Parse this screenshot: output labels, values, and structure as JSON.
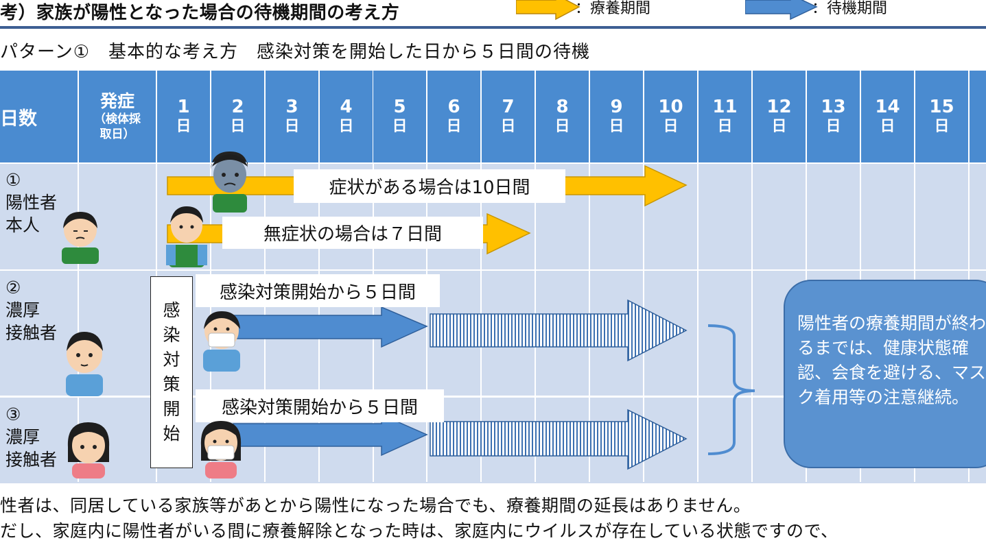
{
  "title": "考）家族が陽性となった場合の待機期間の考え方",
  "legend": {
    "yellow_label": "：療養期間",
    "blue_label": "：待機期間",
    "colors": {
      "yellow": "#ffc000",
      "blue": "#4f8cd0"
    }
  },
  "subtitle": "パターン①　基本的な考え方　感染対策を開始した日から５日間の待機",
  "table": {
    "header": {
      "days_label": "日数",
      "onset_main": "発症",
      "onset_sub1": "（検体採",
      "onset_sub2": "取日）",
      "day_suffix": "日",
      "days": [
        "1",
        "2",
        "3",
        "4",
        "5",
        "6",
        "7",
        "8",
        "9",
        "10",
        "11",
        "12",
        "13",
        "14",
        "15"
      ]
    },
    "rows": [
      {
        "label": "①\n陽性者\n本人"
      },
      {
        "label": "②\n濃厚\n接触者"
      },
      {
        "label": "③\n濃厚\n接触者"
      }
    ]
  },
  "bars": {
    "symptomatic_label": "症状がある場合は10日間",
    "symptomatic_days": 10,
    "asymptomatic_label": "無症状の場合は７日間",
    "asymptomatic_days": 7,
    "contact2_label": "感染対策開始から５日間",
    "contact3_label": "感染対策開始から５日間",
    "contact_days": 5
  },
  "start_box": [
    "感",
    "染",
    "対",
    "策",
    "開",
    "始"
  ],
  "note": "陽性者の療養期間が終わるまでは、健康状態確認、会食を避ける、マスク着用等の注意継続。",
  "footer": {
    "line1": "性者は、同居している家族等があとから陽性になった場合でも、療養期間の延長はありません。",
    "line2": "だし、家庭内に陽性者がいる間に療養解除となった時は、家庭内にウイルスが存在している状態ですので、"
  }
}
